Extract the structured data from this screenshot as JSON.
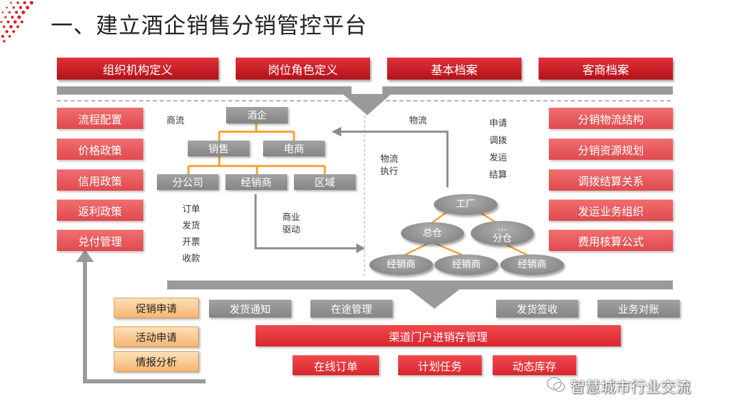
{
  "title": "一、建立酒企销售分销管控平台",
  "top_row": [
    "组织机构定义",
    "岗位角色定义",
    "基本档案",
    "客商档案"
  ],
  "left_col": [
    "流程配置",
    "价格政策",
    "信用政策",
    "返利政策",
    "兑付管理"
  ],
  "right_col": [
    "分销物流结构",
    "分销资源规划",
    "调拨结算关系",
    "发运业务组织",
    "费用核算公式"
  ],
  "commerce_flow": {
    "label": "商流",
    "root": "酒企",
    "level2": [
      "销售",
      "电商"
    ],
    "level3": [
      "分公司",
      "经销商",
      "区域"
    ],
    "actions": [
      "订单",
      "发货",
      "开票",
      "收款"
    ],
    "driver": [
      "商业",
      "驱动"
    ]
  },
  "logistics": {
    "label": "物流",
    "exec": [
      "物流",
      "执行"
    ],
    "actions": [
      "申请",
      "调拨",
      "发运",
      "结算"
    ],
    "factory": "工厂",
    "warehouse_main": "总仓",
    "warehouse_sub": [
      "…",
      "分仓"
    ],
    "dealers": [
      "经销商",
      "经销商",
      "经销商"
    ]
  },
  "bottom_gray": [
    "发货通知",
    "在途管理",
    "发货签收",
    "业务对账"
  ],
  "bottom_orange": [
    "促销申请",
    "活动申请",
    "情报分析"
  ],
  "channel_bar": "渠道门户进销存管理",
  "bottom_red": [
    "在线订单",
    "计划任务",
    "动态库存"
  ],
  "watermark": "智慧城市行业交流",
  "colors": {
    "red": "#c8161d",
    "pink": "#e65a5d",
    "gray": "#8f8f8f",
    "orange": "#f6b673"
  }
}
